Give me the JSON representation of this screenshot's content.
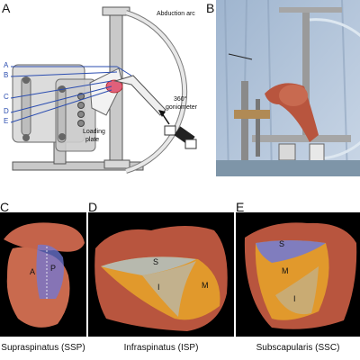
{
  "panels": {
    "a": {
      "label": "A",
      "abduction_arc": "Abduction arc",
      "goniometer_line1": "360°",
      "goniometer_line2": "goniometer",
      "loading_plate_line1": "Loading",
      "loading_plate_line2": "plate",
      "cable_labels": [
        "A",
        "B",
        "C",
        "D",
        "E"
      ]
    },
    "b": {
      "label": "B"
    },
    "c": {
      "label": "C",
      "regions": [
        "A",
        "P"
      ],
      "caption": "Supraspinatus (SSP)"
    },
    "d": {
      "label": "D",
      "regions": [
        "S",
        "I",
        "M"
      ],
      "caption": "Infraspinatus (ISP)"
    },
    "e": {
      "label": "E",
      "regions": [
        "S",
        "M",
        "I"
      ],
      "caption": "Subscapularis (SSC)"
    }
  },
  "colors": {
    "region_blue": "#6f78d8",
    "region_orange": "#e6a12a",
    "region_grey": "#b7b9ae",
    "tissue": "#b8553e",
    "photo_background": "#000000"
  }
}
